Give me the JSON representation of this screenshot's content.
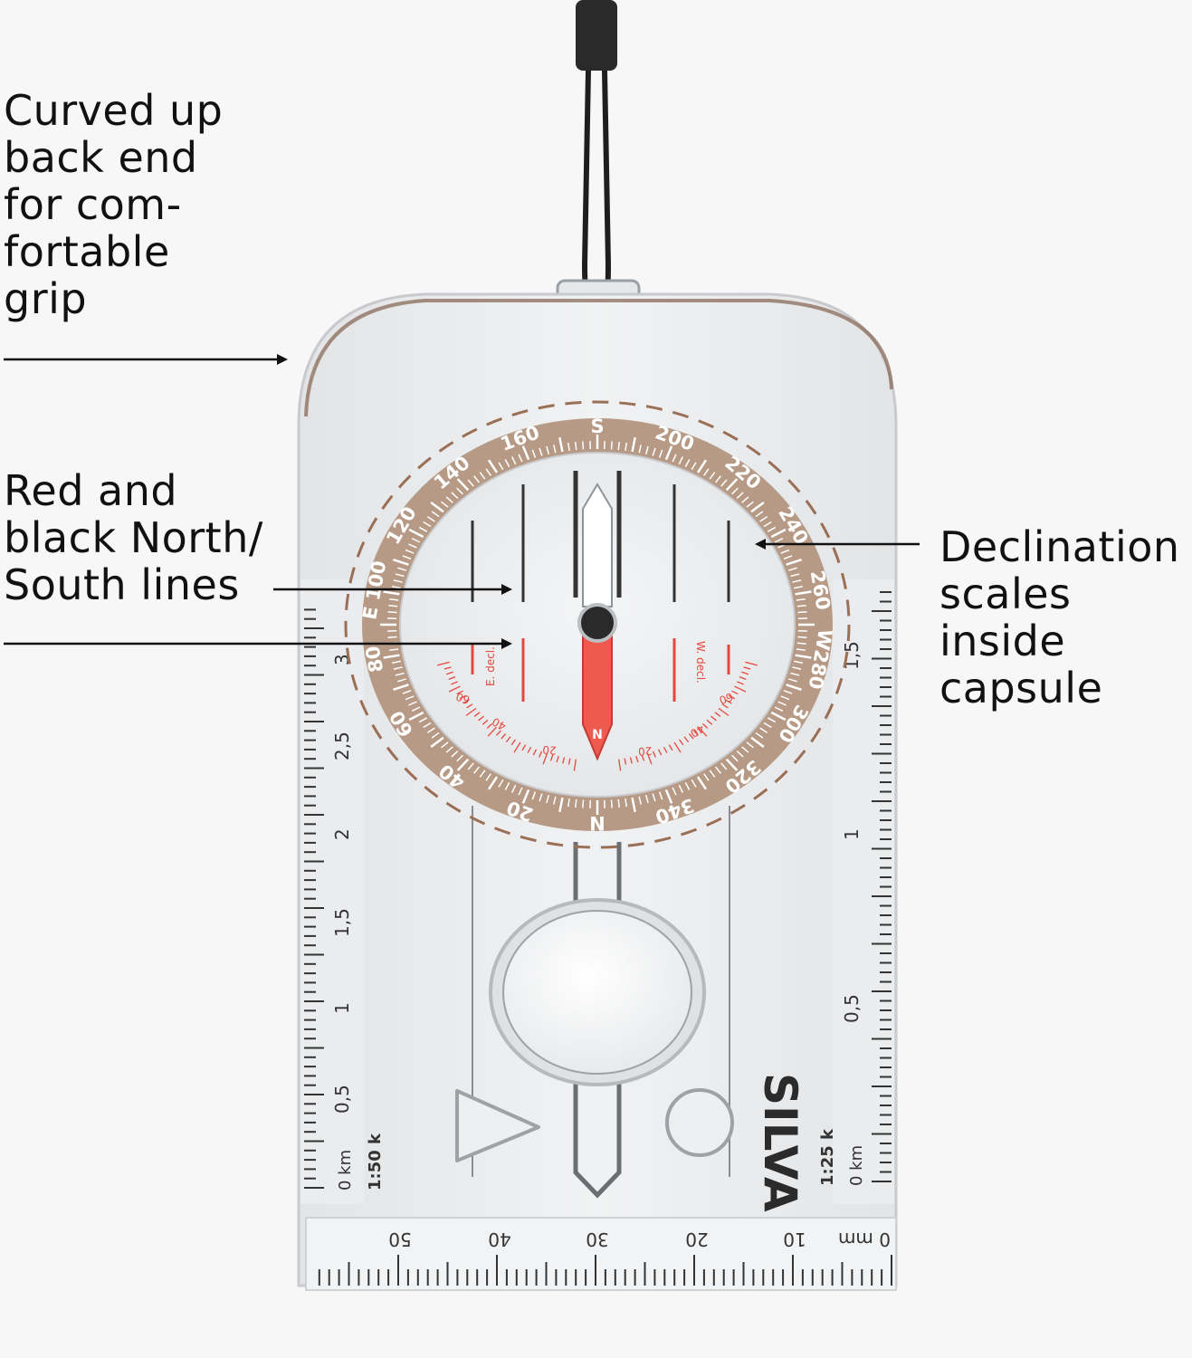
{
  "colors": {
    "background": "#f7f7f7",
    "baseplate": "#ebedef",
    "bezel": "#b69a86",
    "needle_north": "#ef5a4f",
    "needle_south": "#ffffff",
    "lines_black": "#333333",
    "lines_red": "#e5483e",
    "lanyard": "#1e1e1e"
  },
  "callouts": {
    "grip": [
      "Curved up",
      "back end",
      "for com-",
      "fortable",
      "grip"
    ],
    "lines": [
      "Red and",
      "black North/",
      "South lines"
    ],
    "declination": [
      "Declination",
      "scales",
      "inside",
      "capsule"
    ]
  },
  "compass": {
    "brand": "SILVA",
    "bezel_labels": [
      "S",
      "160",
      "140",
      "120",
      "E 100",
      "80",
      "60",
      "40",
      "20",
      "N",
      "340",
      "320",
      "300",
      "W280",
      "260",
      "240",
      "220",
      "200"
    ],
    "capsule": {
      "east_decl_label": "E. decl.",
      "west_decl_label": "W. decl.",
      "decl_marks": [
        "60",
        "40",
        "20",
        "20",
        "40",
        "60"
      ],
      "needle_label": "N"
    },
    "left_scale": {
      "unit": "0 km",
      "ratio": "1:50 k",
      "marks": [
        "0,5",
        "1",
        "1,5",
        "2",
        "2,5",
        "3"
      ]
    },
    "right_scale": {
      "unit": "0 km",
      "ratio": "1:25 k",
      "marks": [
        "0,5",
        "1",
        "1,5"
      ]
    },
    "bottom_ruler": {
      "unit": "0 mm",
      "marks": [
        "10",
        "20",
        "30",
        "40",
        "50"
      ]
    }
  }
}
